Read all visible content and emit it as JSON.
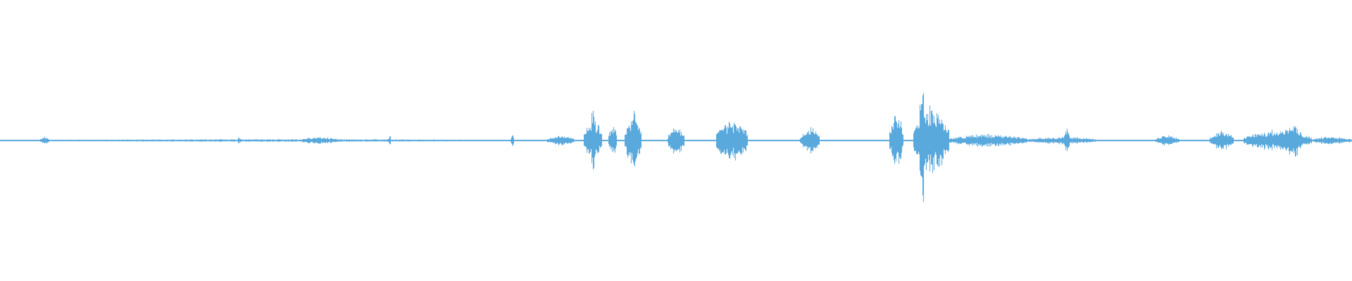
{
  "waveform": {
    "color": "#5aa9dd",
    "background": "#ffffff",
    "amplitude_peak_fraction": 0.33,
    "segments": [
      {
        "start": 0.0,
        "end": 0.41,
        "level": 0.01
      },
      {
        "start": 0.03,
        "end": 0.036,
        "level": 0.03
      },
      {
        "start": 0.175,
        "end": 0.178,
        "level": 0.025
      },
      {
        "start": 0.222,
        "end": 0.25,
        "level": 0.028
      },
      {
        "start": 0.287,
        "end": 0.289,
        "level": 0.04
      },
      {
        "start": 0.378,
        "end": 0.38,
        "level": 0.06
      },
      {
        "start": 0.405,
        "end": 0.425,
        "level": 0.04
      },
      {
        "start": 0.432,
        "end": 0.445,
        "level": 0.16
      },
      {
        "start": 0.437,
        "end": 0.44,
        "level": 0.33
      },
      {
        "start": 0.45,
        "end": 0.456,
        "level": 0.12
      },
      {
        "start": 0.462,
        "end": 0.474,
        "level": 0.2
      },
      {
        "start": 0.467,
        "end": 0.47,
        "level": 0.31
      },
      {
        "start": 0.494,
        "end": 0.506,
        "level": 0.11
      },
      {
        "start": 0.53,
        "end": 0.553,
        "level": 0.16
      },
      {
        "start": 0.592,
        "end": 0.606,
        "level": 0.1
      },
      {
        "start": 0.658,
        "end": 0.668,
        "level": 0.2
      },
      {
        "start": 0.676,
        "end": 0.702,
        "level": 0.26
      },
      {
        "start": 0.68,
        "end": 0.684,
        "level": 0.5
      },
      {
        "start": 0.702,
        "end": 0.76,
        "level": 0.05
      },
      {
        "start": 0.76,
        "end": 0.81,
        "level": 0.03
      },
      {
        "start": 0.787,
        "end": 0.791,
        "level": 0.1
      },
      {
        "start": 0.855,
        "end": 0.872,
        "level": 0.04
      },
      {
        "start": 0.895,
        "end": 0.912,
        "level": 0.08
      },
      {
        "start": 0.92,
        "end": 0.97,
        "level": 0.08
      },
      {
        "start": 0.948,
        "end": 0.962,
        "level": 0.15
      },
      {
        "start": 0.97,
        "end": 1.0,
        "level": 0.03
      }
    ]
  }
}
